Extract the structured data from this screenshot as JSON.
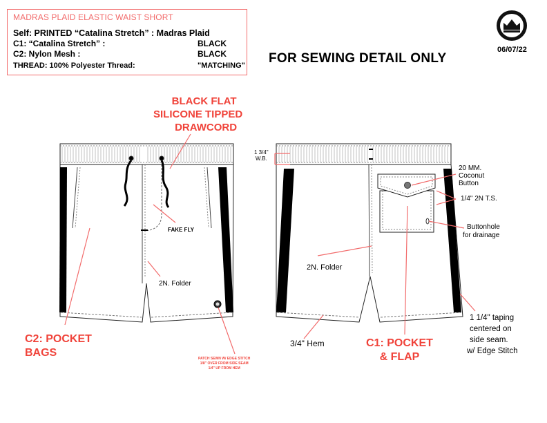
{
  "spec": {
    "title": "MADRAS PLAID ELASTIC WAIST SHORT",
    "self_label": "Self: PRINTED “Catalina Stretch” : Madras Plaid",
    "c1_label": "C1: “Catalina Stretch”  :",
    "c1_value": "BLACK",
    "c2_label": "C2: Nylon Mesh :",
    "c2_value": "BLACK",
    "thread_label": "THREAD: 100% Polyester Thread:",
    "thread_value": "\"MATCHING\""
  },
  "header": {
    "sewing_detail": "FOR SEWING DETAIL ONLY",
    "date": "06/07/22",
    "logo_icon": "crown-logo-icon"
  },
  "front": {
    "drawcord_line1": "BLACK FLAT",
    "drawcord_line2": "SILICONE TIPPED",
    "drawcord_line3": "DRAWCORD",
    "fake_fly": "FAKE FLY",
    "folder": "2N. Folder",
    "pocket_bags_line1": "C2: POCKET",
    "pocket_bags_line2": "BAGS",
    "patch_line1": "PATCH SEWN W/ EDGE STITCH",
    "patch_line2": "1/8\" OVER FROM SIDE SEAM",
    "patch_line3": "1/4\" UP FROM HEM"
  },
  "back": {
    "wb_line1": "1 3/4\"",
    "wb_line2": "W.B.",
    "button_line1": "20 MM.",
    "button_line2": "Coconut",
    "button_line3": "Button",
    "ts": "1/4\" 2N T.S.",
    "buttonhole_line1": "Buttonhole",
    "buttonhole_line2": "for drainage",
    "folder": "2N. Folder",
    "hem": "3/4\" Hem",
    "pocket_line1": "C1: POCKET",
    "pocket_line2": "& FLAP",
    "taping_line1": "1 1/4\" taping",
    "taping_line2": "centered on",
    "taping_line3": "side seam.",
    "taping_line4": "w/ Edge Stitch"
  },
  "colors": {
    "accent_red": "#f0433a",
    "box_red": "#f26b6b",
    "taping": "#000000"
  }
}
